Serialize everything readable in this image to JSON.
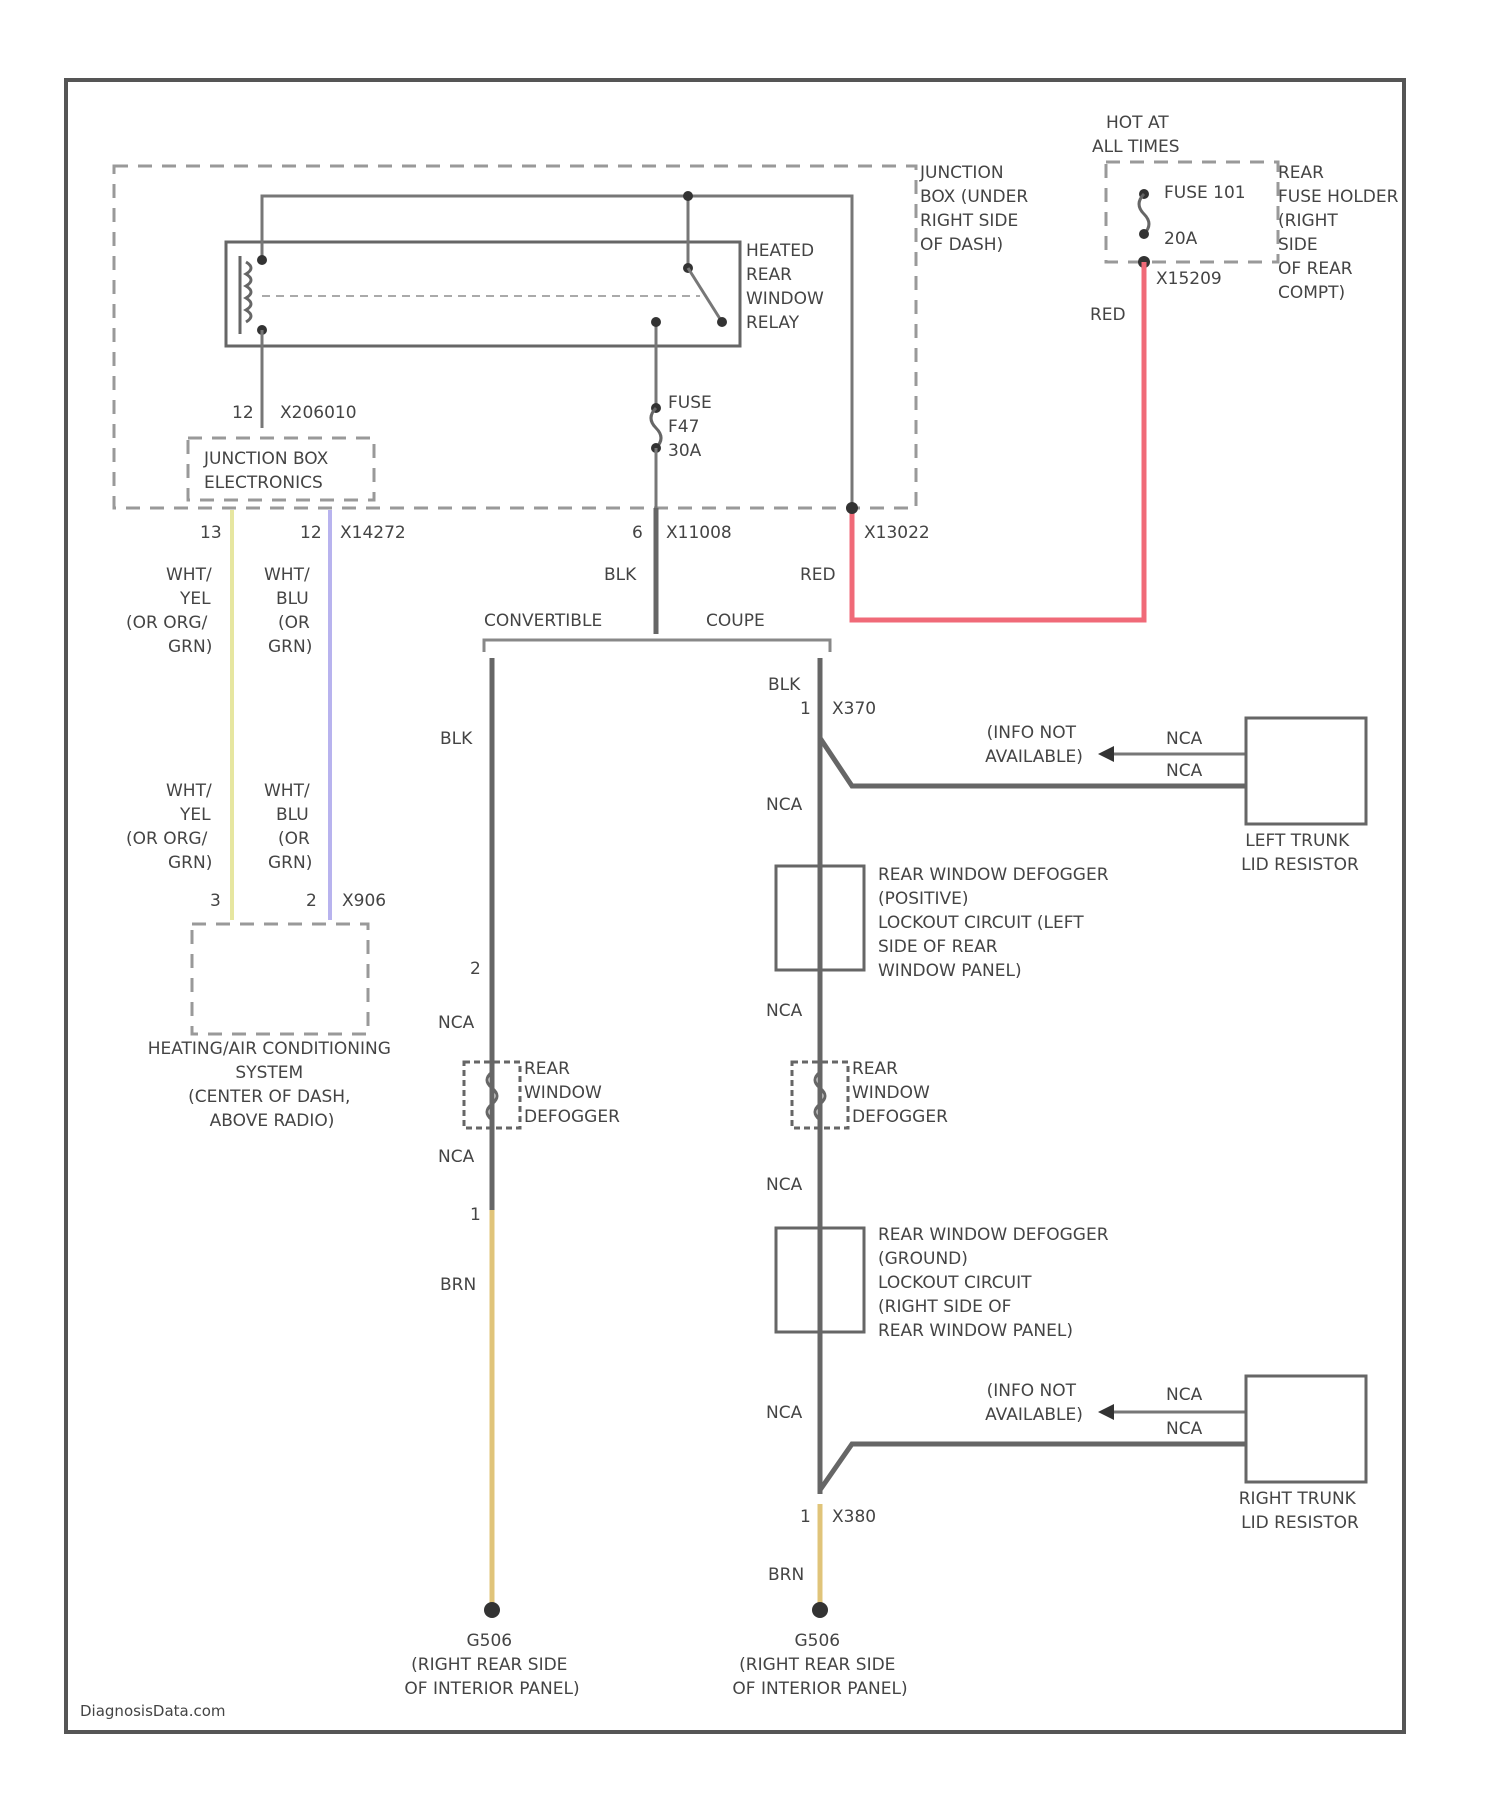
{
  "watermark": "DiagnosisData.com",
  "labels": {
    "junction_box": [
      "JUNCTION",
      "BOX (UNDER",
      "RIGHT SIDE",
      "OF DASH)"
    ],
    "relay": [
      "HEATED",
      "REAR",
      "WINDOW",
      "RELAY"
    ],
    "hot_at": [
      "HOT AT",
      "ALL TIMES"
    ],
    "fuse101": "FUSE 101",
    "fuse101_amp": "20A",
    "rear_fuse_holder": [
      "REAR",
      "FUSE HOLDER",
      "(RIGHT",
      "SIDE",
      "OF REAR",
      "COMPT)"
    ],
    "fuse_f47": [
      "FUSE",
      "F47",
      "30A"
    ],
    "jbe": [
      "JUNCTION BOX",
      "ELECTRONICS"
    ],
    "hvac": [
      "HEATING/AIR CONDITIONING",
      "SYSTEM",
      "(CENTER OF DASH,",
      "ABOVE RADIO)"
    ],
    "convertible": "CONVERTIBLE",
    "coupe": "COUPE",
    "info_na": [
      "(INFO NOT",
      "AVAILABLE)"
    ],
    "left_trunk": [
      "LEFT TRUNK",
      "LID RESISTOR"
    ],
    "right_trunk": [
      "RIGHT TRUNK",
      "LID RESISTOR"
    ],
    "lockout_pos": [
      "REAR WINDOW DEFOGGER",
      "(POSITIVE)",
      "LOCKOUT CIRCUIT (LEFT",
      "SIDE OF REAR",
      "WINDOW PANEL)"
    ],
    "lockout_gnd": [
      "REAR WINDOW DEFOGGER",
      "(GROUND)",
      "LOCKOUT CIRCUIT",
      "(RIGHT SIDE OF",
      "REAR WINDOW PANEL)"
    ],
    "defogger": [
      "REAR",
      "WINDOW",
      "DEFOGGER"
    ],
    "ground_conv": [
      "G506",
      "(RIGHT REAR SIDE",
      "OF INTERIOR PANEL)"
    ],
    "ground_coupe": [
      "G506",
      "(RIGHT REAR SIDE",
      "OF INTERIOR PANEL)"
    ]
  },
  "connectors": {
    "x206": "X206010",
    "pin12_a": "12",
    "pin12_b": "12",
    "pin13": "13",
    "x14272": "X14272",
    "pin6": "6",
    "x11008": "X11008",
    "x13022": "X13022",
    "x15209": "X15209",
    "pin1_a": "1",
    "x370": "X370",
    "pin3": "3",
    "pin2": "2",
    "x906": "X906",
    "pin2_b": "2",
    "pin1_b": "1",
    "pin1_c": "1",
    "x380": "X380"
  },
  "wires": {
    "red_a": "RED",
    "red_b": "RED",
    "blk_main": "BLK",
    "blk_conv": "BLK",
    "blk_coupe": "BLK",
    "wht_yel_top": [
      "WHT/",
      "YEL",
      "(OR ORG/",
      "GRN)"
    ],
    "wht_blu_top": [
      "WHT/",
      "BLU",
      "(OR",
      "GRN)"
    ],
    "wht_yel_bot": [
      "WHT/",
      "YEL",
      "(OR ORG/",
      "GRN)"
    ],
    "wht_blu_bot": [
      "WHT/",
      "BLU",
      "(OR",
      "GRN)"
    ],
    "nca": "NCA",
    "brn": "BRN"
  },
  "colors": {
    "red": "#f06a78",
    "yellow": "#e6e6a0",
    "blue": "#b8b3ee",
    "brown": "#e0c47a",
    "wire": "#666666"
  }
}
